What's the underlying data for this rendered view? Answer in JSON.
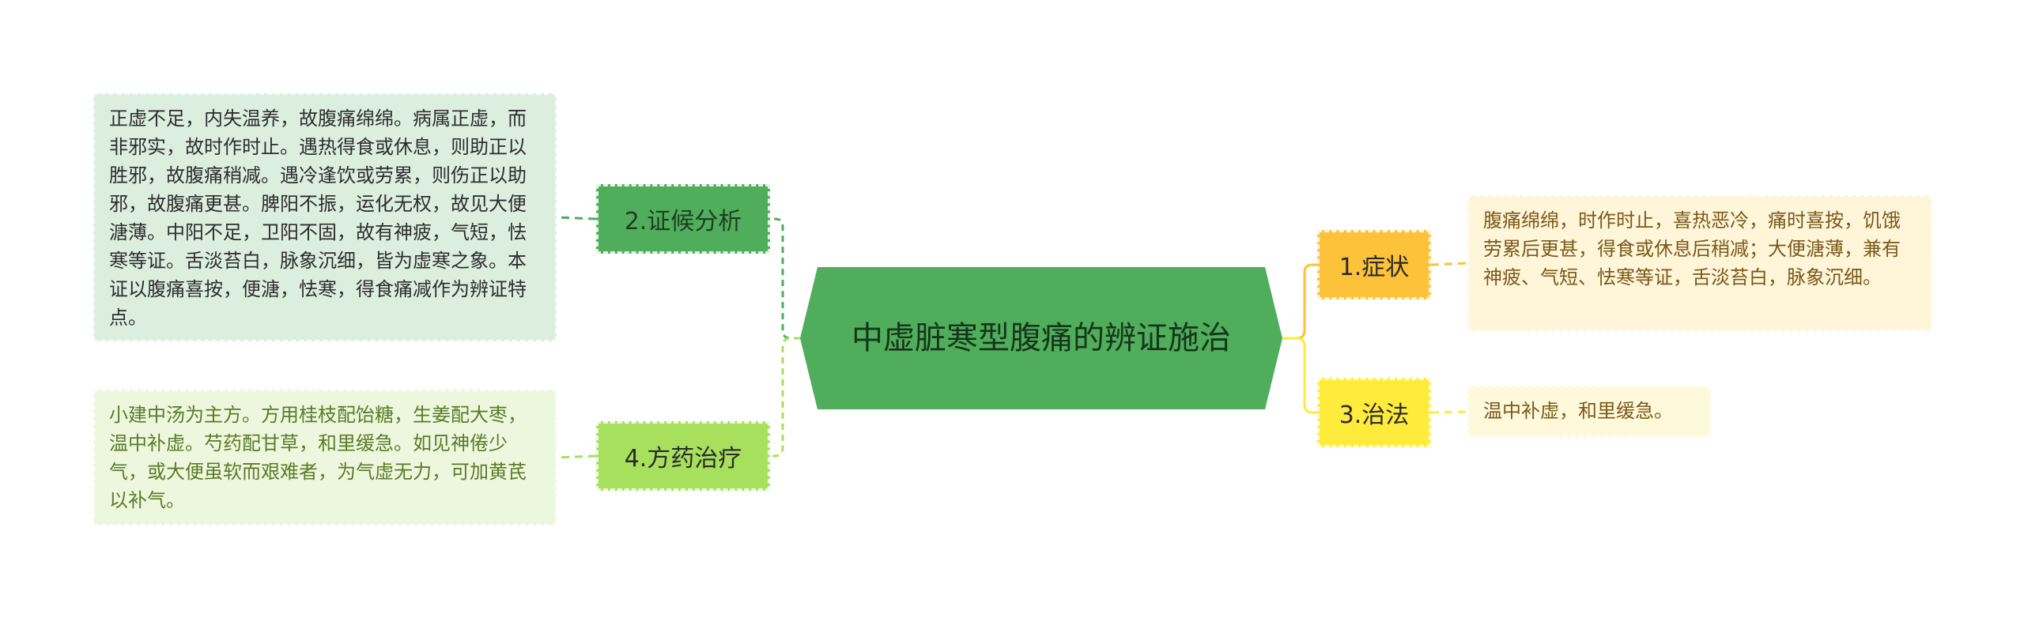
{
  "center": {
    "title": "中虚脏寒型腹痛的辨证施治"
  },
  "right": [
    {
      "label": "1.症状",
      "detail": "腹痛绵绵，时作时止，喜热恶冷，痛时喜按，饥饿劳累后更甚，得食或休息后稍减；大便溏薄，兼有神疲、气短、怯寒等证，舌淡苔白，脉象沉细。"
    },
    {
      "label": "3.治法",
      "detail": "温中补虚，和里缓急。"
    }
  ],
  "left": [
    {
      "label": "2.证候分析",
      "detail": "正虚不足，内失温养，故腹痛绵绵。病属正虚，而非邪实，故时作时止。遇热得食或休息，则助正以胜邪，故腹痛稍减。遇冷逢饮或劳累，则伤正以助邪，故腹痛更甚。脾阳不振，运化无权，故见大便溏薄。中阳不足，卫阳不固，故有神疲，气短，怯寒等证。舌淡苔白，脉象沉细，皆为虚寒之象。本证以腹痛喜按，便溏，怯寒，得食痛减作为辨证特点。"
    },
    {
      "label": "4.方药治疗",
      "detail": "小建中汤为主方。方用桂枝配饴糖，生姜配大枣，温中补虚。芍药配甘草，和里缓急。如见神倦少气，或大便虽软而艰难者，为气虚无力，可加黄芪以补气。"
    }
  ],
  "colors": {
    "center": "#4fad5b",
    "symptom": "#fbc23a",
    "treatment": "#ffeb3b",
    "analysis": "#4fad5b",
    "prescription": "#a6e05d"
  }
}
